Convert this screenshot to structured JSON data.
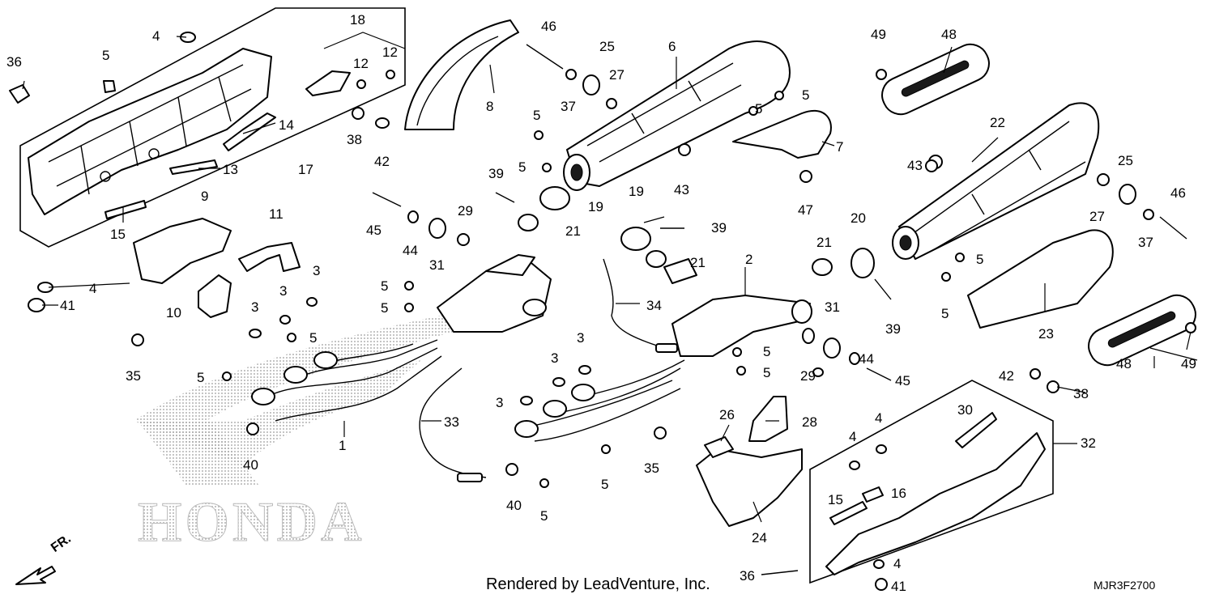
{
  "diagram": {
    "watermark": "HONDA",
    "front_marker": "FR.",
    "credit": "Rendered by LeadVenture, Inc.",
    "drawing_code": "MJR3F2700",
    "callouts": {
      "c1": "1",
      "c2": "2",
      "c3": "3",
      "c4": "4",
      "c5": "5",
      "c6": "6",
      "c7": "7",
      "c8": "8",
      "c9": "9",
      "c10": "10",
      "c11": "11",
      "c12": "12",
      "c13": "13",
      "c14": "14",
      "c15": "15",
      "c16": "16",
      "c17": "17",
      "c18": "18",
      "c19": "19",
      "c20": "20",
      "c21": "21",
      "c22": "22",
      "c23": "23",
      "c24": "24",
      "c25": "25",
      "c26": "26",
      "c27": "27",
      "c28": "28",
      "c29": "29",
      "c30": "30",
      "c31": "31",
      "c32": "32",
      "c33": "33",
      "c34": "34",
      "c35": "35",
      "c36": "36",
      "c37": "37",
      "c38": "38",
      "c39": "39",
      "c40": "40",
      "c41": "41",
      "c42": "42",
      "c43": "43",
      "c44": "44",
      "c45": "45",
      "c46": "46",
      "c47": "47",
      "c48": "48",
      "c49": "49"
    }
  }
}
